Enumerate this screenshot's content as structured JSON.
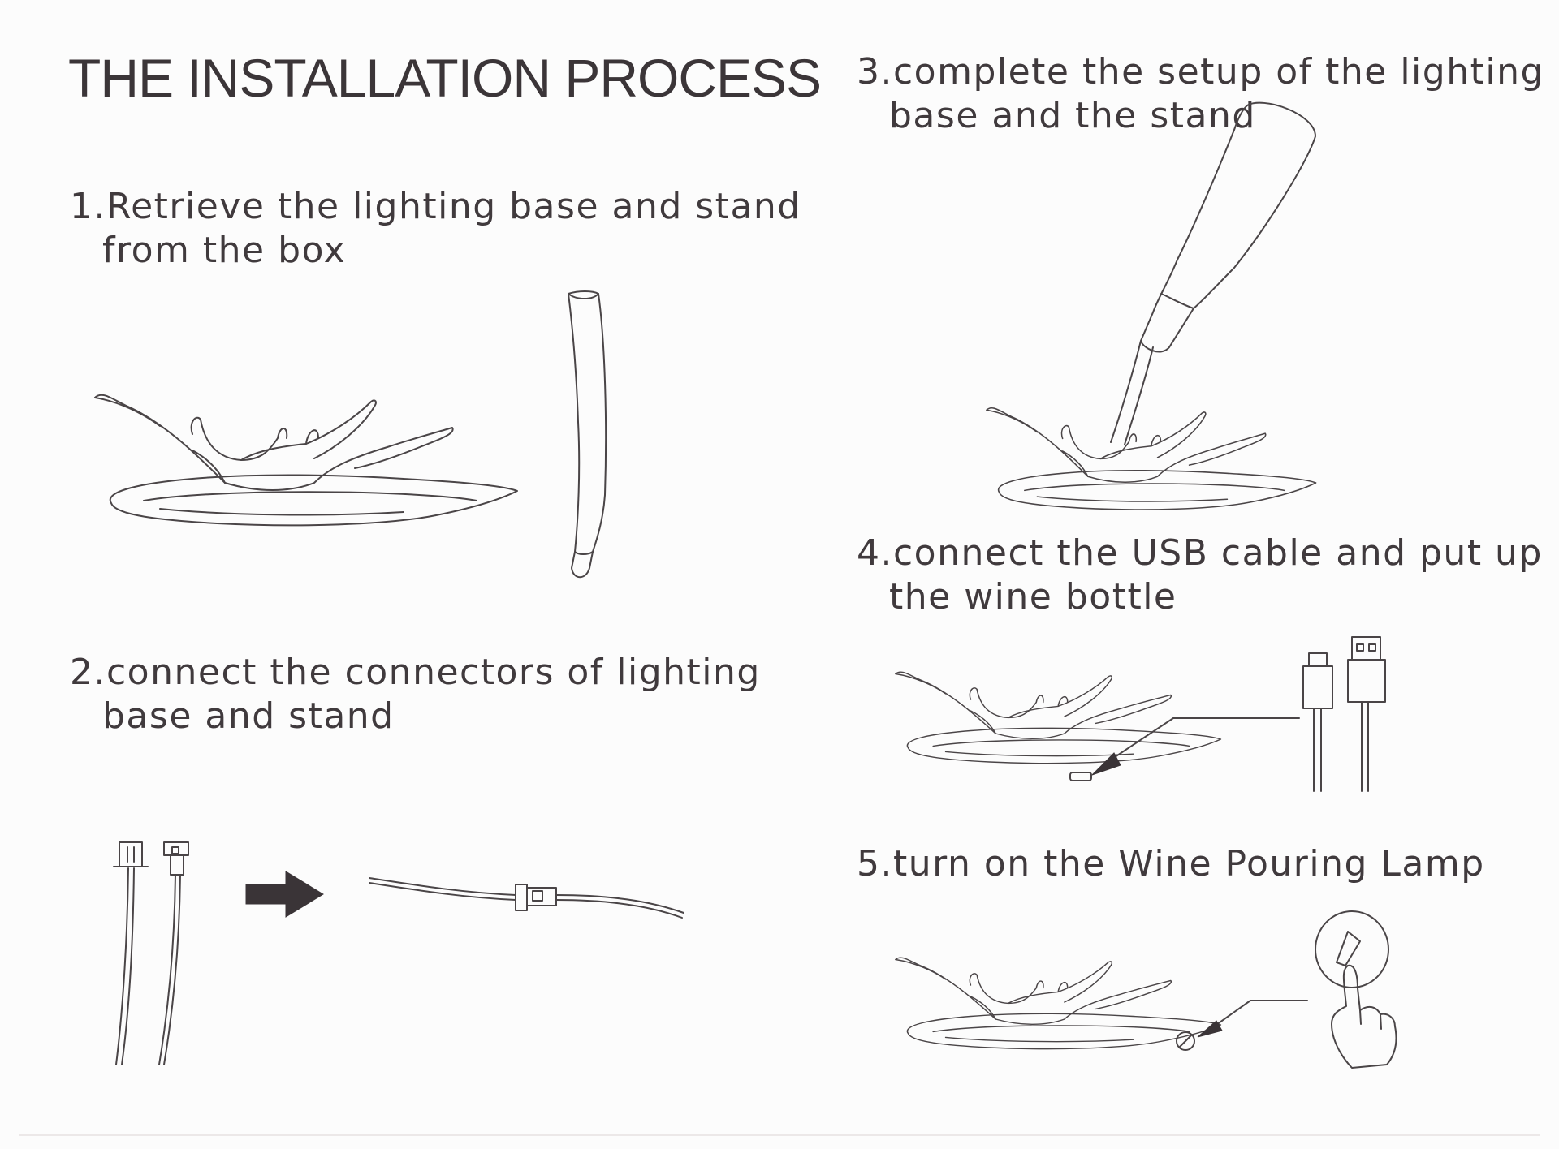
{
  "title": "THE INSTALLATION PROCESS",
  "steps": [
    {
      "number": "1.",
      "line1": "Retrieve the lighting base and stand",
      "line2": "from the box"
    },
    {
      "number": "2.",
      "line1": "connect the connectors of lighting",
      "line2": "base and stand"
    },
    {
      "number": "3.",
      "line1": "complete the setup of the lighting",
      "line2": "base and the stand"
    },
    {
      "number": "4.",
      "line1": "connect the USB cable and put up",
      "line2": "the wine bottle"
    },
    {
      "number": "5.",
      "line1": "turn on the Wine Pouring Lamp",
      "line2": ""
    }
  ],
  "icons": {
    "splash": "wine-splash-base-icon",
    "stand": "stand-rod-icon",
    "connectors": "connector-pair-icon",
    "arrow": "right-arrow-icon",
    "joined": "joined-cable-icon",
    "bottle": "wine-bottle-icon",
    "usb": "usb-cable-icon",
    "hand": "pressing-hand-icon"
  },
  "colors": {
    "ink": "#3f3a3c",
    "arrow": "#3a3437",
    "paper": "#fcfcfc"
  }
}
